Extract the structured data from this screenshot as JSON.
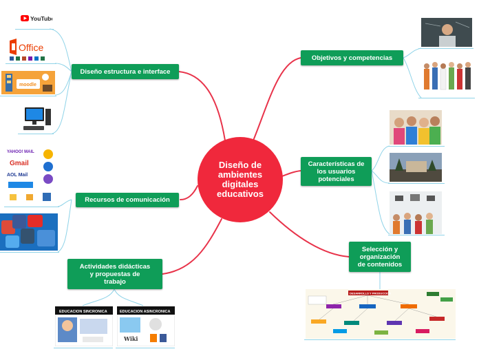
{
  "central": {
    "title": "Diseño de\nambientes\ndigitales\neducativos",
    "color": "#f0283c"
  },
  "topics": {
    "diseno": "Diseño estructura e interface",
    "recursos": "Recursos de comunicación",
    "actividades": "Actividades didácticas\ny propuestas de\ntrabajo",
    "objetivos": "Objetivos y competencias",
    "caracteristicas": "Características de\nlos usuarios\npotenciales",
    "seleccion": "Selección y\norganización\nde contenidos"
  },
  "images": {
    "youtube": "YouTube",
    "office": "Office",
    "moodle": "moodle",
    "yahoo": "YAHOO! MAIL",
    "gmail": "Gmail",
    "aol": "AOL Mail",
    "sincronica": "EDUCACION SINCRONICA",
    "asincronica": "EDUCACION ASINCRONICA",
    "wiki": "Wiki",
    "mapa": "DESARROLLO Y PRODUCCION"
  },
  "colors": {
    "topic": "#0f9d58",
    "link": "#e8334a",
    "sublink": "#8fd3e8"
  }
}
